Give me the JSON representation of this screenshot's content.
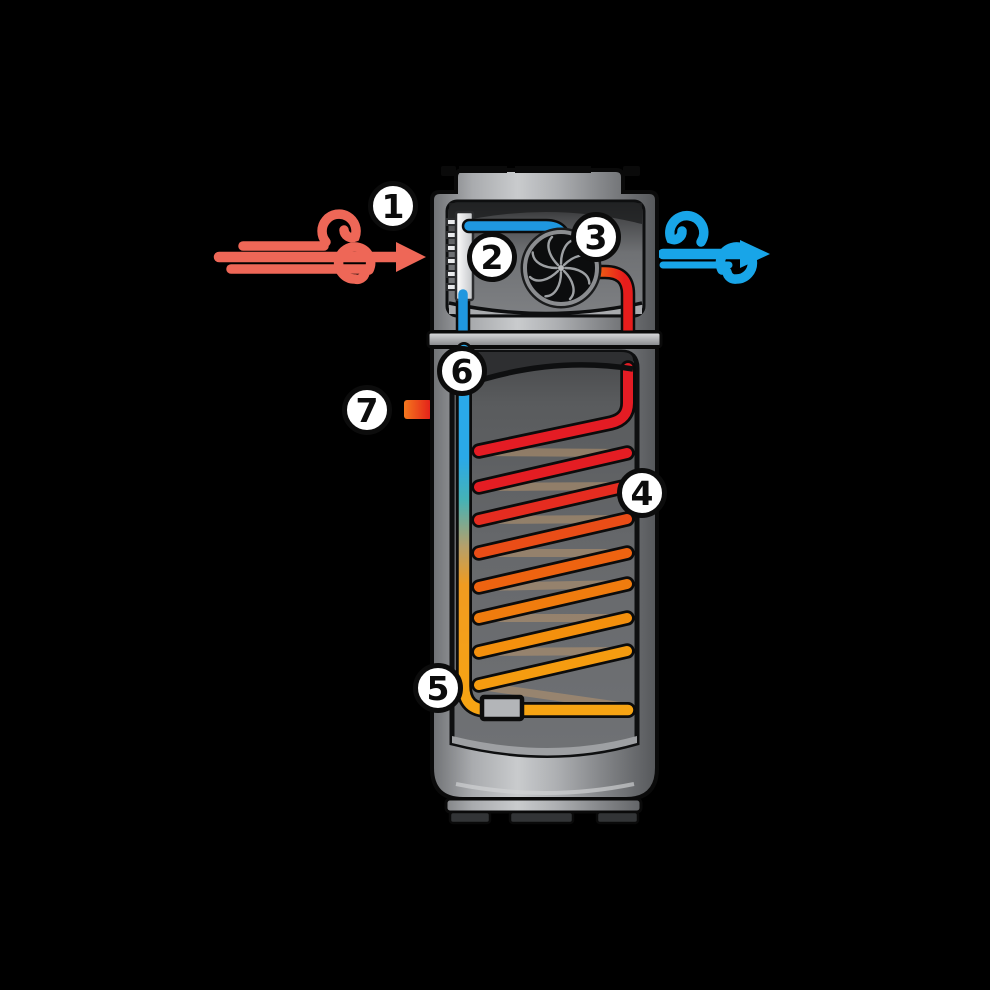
{
  "figure": {
    "alt": "Cutaway diagram of a heat pump water heater with numbered callouts",
    "background": "#000000"
  },
  "callouts": [
    {
      "number": "1"
    },
    {
      "number": "2"
    },
    {
      "number": "3"
    },
    {
      "number": "4"
    },
    {
      "number": "5"
    },
    {
      "number": "6"
    },
    {
      "number": "7"
    }
  ],
  "colors": {
    "warm_air": "#ee6757",
    "cool_air": "#18a5e8",
    "pipe_cold": "#1f97df",
    "pipe_hot": "#e71d1c",
    "coil_rungs": [
      "#e41c24",
      "#e41d23",
      "#e52c20",
      "#ea4d17",
      "#ee6310",
      "#f07c0e",
      "#f4900d",
      "#f59c10"
    ],
    "coil_return": "#f7a413",
    "coil_back": "#c29a6d",
    "heating_element": [
      "#f4781e",
      "#e31c19"
    ],
    "cabinet_gray": "#a9abae",
    "interior_gray": "#5f6163",
    "callout_bg": "#ffffff",
    "outline": "#0c0c0c"
  },
  "icons": {
    "fan": "radial-fan-blades",
    "warm_air_flow": "wind-gust-with-curls",
    "cool_air_flow": "wind-gust-with-curls",
    "evaporator": "finned-coil-comb",
    "expansion_valve": "valve-box"
  }
}
